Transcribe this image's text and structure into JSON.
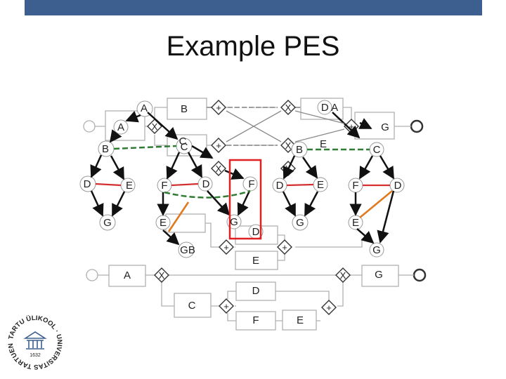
{
  "slide": {
    "title": "Example PES",
    "colors": {
      "top_bar": "#3d5f8f",
      "highlight_box": "#e02020",
      "orange_edge": "#e07a20",
      "green_edge": "#2e7d32",
      "gray_edge": "#9e9e9e"
    }
  },
  "diagram": {
    "gateway_xor_symbol": "X",
    "gateway_and_symbol": "+",
    "labels": {
      "top_a": "A",
      "top_b": "B",
      "top_c": "C",
      "top_da": "D A",
      "top_g": "G",
      "net_a": "A",
      "net_b": "B",
      "net_c": "C",
      "net_d": "D",
      "net_e": "E",
      "net_g": "G",
      "mid_f": "F",
      "mid_d": "D",
      "mid_f2": "F",
      "mid_e": "E",
      "mid_g": "G",
      "mid_gb": "GB",
      "right_b": "B",
      "right_e": "E",
      "right_d": "D",
      "right_e2": "E",
      "right_g": "G",
      "far_c": "C",
      "far_f": "F",
      "far_d": "D",
      "far_e": "E",
      "far_g": "G",
      "low_d": "D",
      "low_e": "E",
      "bot_a": "A",
      "bot_g": "G",
      "bot_d": "D",
      "bot_c": "C",
      "bot_f": "F",
      "bot_e": "E"
    }
  },
  "logo": {
    "ring_text": "TARTU ÜLIKOOL · UNIVERSITAS TARTUENSIS",
    "year": "1632",
    "icon": "university-building-icon"
  }
}
